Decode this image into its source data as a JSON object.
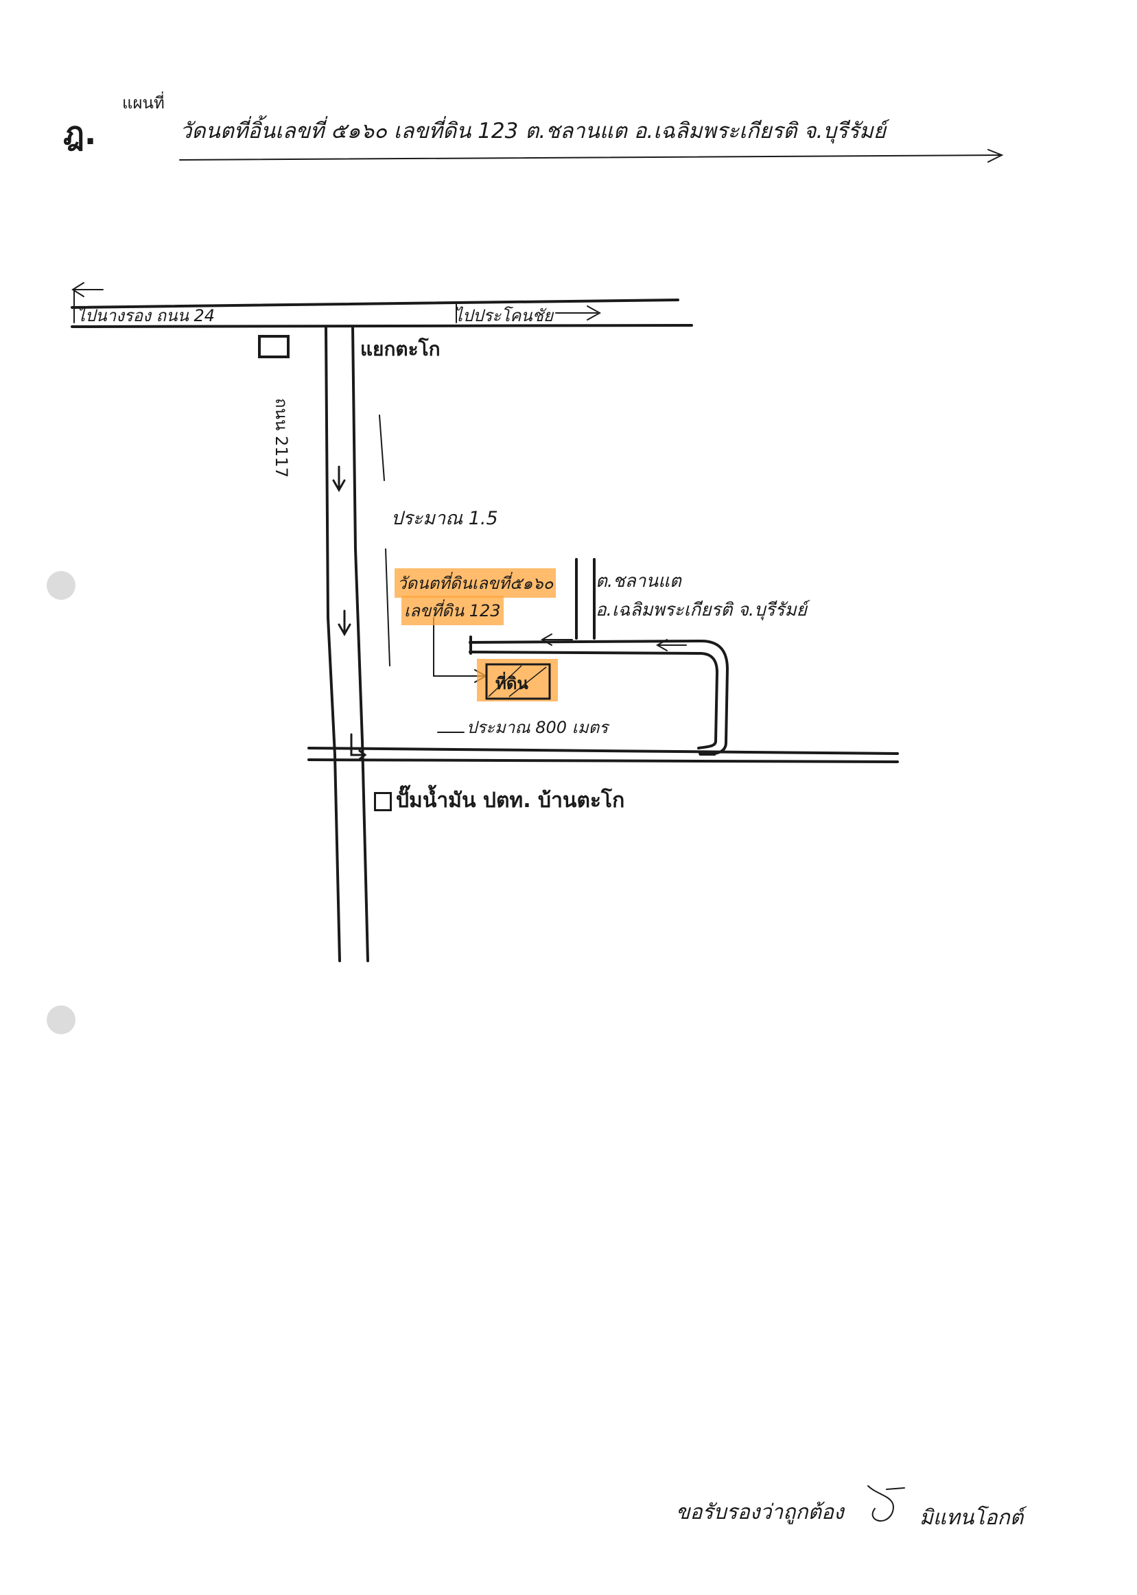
{
  "header": {
    "item_letter": "ฎ.",
    "map_label_top": "แผนที่",
    "map_label_bottom": "",
    "description": "วัดนตที่อิ้นเลขที่ ๕๑๖๐ เลขที่ดิน 123 ต.ชลานแต อ.เฉลิมพระเกียรติ จ.บุรีรัมย์"
  },
  "roads": {
    "left_direction": "ไปนางรอง ถนน 24",
    "right_direction": "ไปประโคนชัย",
    "vertical_road": "ถนน 2117",
    "junction_name": "แยกตะโก"
  },
  "annotations": {
    "distance_north": "ประมาณ 1.5",
    "parcel_line1": "วัดนตที่ดินเลขที่๕๑๖๐",
    "parcel_line2": "เลขที่ดิน 123",
    "subdistrict": "ต.ชลานแต",
    "district": "อ.เฉลิมพระเกียรติ จ.บุรีรัมย์",
    "house_label": "ที่ดิน",
    "distance_south": "ประมาณ 800 เมตร",
    "landmark": "ปั๊มน้ำมัน ปตท. บ้านตะโก"
  },
  "signature": {
    "text": "ขอรับรองว่าถูกต้อง",
    "name": "มิแทนโอกต์"
  },
  "colors": {
    "ink": "#1a1a1a",
    "highlight": "#ffa53c",
    "paper": "#ffffff"
  }
}
